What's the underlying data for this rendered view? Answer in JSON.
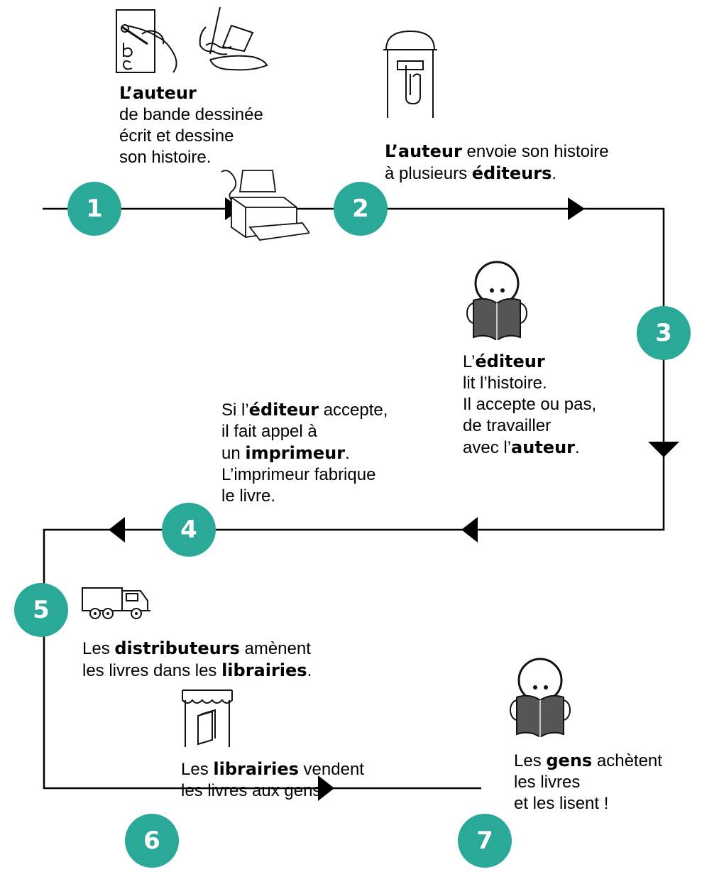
{
  "steps": {
    "s1": {
      "num": "1",
      "title": "L’auteur",
      "l1": "de bande dessinée",
      "l2": "écrit et dessine",
      "l3": "son histoire."
    },
    "s2": {
      "num": "2",
      "b1": "L’auteur",
      "t1": " envoie son histoire",
      "t2": "à plusieurs ",
      "b2": "éditeurs",
      "t3": "."
    },
    "s3": {
      "num": "3",
      "p1": "L’",
      "b1": "éditeur",
      "l2": "lit l’histoire.",
      "l3": "Il accepte ou pas,",
      "l4": "de travailler",
      "p5": "avec l’",
      "b5": "auteur",
      "s5": "."
    },
    "s4": {
      "num": "4",
      "p1": "Si l’",
      "b1": "éditeur",
      "s1": " accepte,",
      "l2": "il fait appel à",
      "p3": "un ",
      "b3": "imprimeur",
      "s3": ".",
      "l4": "L’imprimeur fabrique",
      "l5": "le livre."
    },
    "s5": {
      "num": "5",
      "p1": "Les ",
      "b1": "distributeurs",
      "s1": " amènent",
      "p2": "les livres dans les ",
      "b2": "librairies",
      "s2": "."
    },
    "s6": {
      "num": "6",
      "p1": "Les ",
      "b1": "librairies",
      "s1": " vendent",
      "l2": "les livres aux gens."
    },
    "s7": {
      "num": "7",
      "p1": "Les ",
      "b1": "gens",
      "s1": " achètent",
      "l2": "les livres",
      "l3": "et les lisent !"
    }
  },
  "icons": {
    "writing": "hand-writing-icon",
    "mailbox": "mailbox-icon",
    "reader": "person-reading-icon",
    "printer": "printer-icon",
    "truck": "delivery-truck-icon",
    "shop": "bookshop-icon"
  },
  "colors": {
    "accent": "#2aa898",
    "line": "#000000"
  }
}
